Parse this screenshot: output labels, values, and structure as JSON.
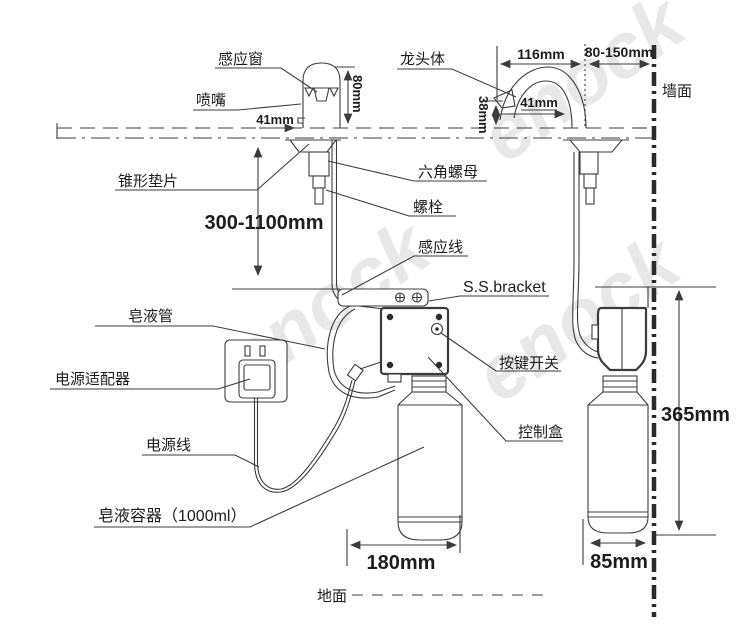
{
  "diagram": {
    "title_hint": "automatic sensor soap dispenser installation diagram",
    "watermark": {
      "text": "enock"
    },
    "colors": {
      "line": "#3c3c3c",
      "text": "#1d1d1d",
      "wall_line": "#2b2b2b",
      "watermark_gray": "#c9c9c9"
    },
    "labels": {
      "sensor_window": "感应窗",
      "nozzle": "喷嘴",
      "cone_gasket": "锥形垫片",
      "soap_tube": "皂液管",
      "power_adapter": "电源适配器",
      "power_cord": "电源线",
      "soap_container": "皂液容器（1000ml）",
      "faucet_body": "龙头体",
      "hex_nut": "六角螺母",
      "bolt": "螺栓",
      "sensor_wire": "感应线",
      "ss_bracket": "S.S.bracket",
      "button_switch": "按键开关",
      "control_box": "控制盒",
      "wall": "墙面",
      "ground": "地面"
    },
    "dimensions": {
      "sensor_head_height": "80mm",
      "left_spout_offset": "41mm",
      "spout_reach": "116mm",
      "wall_range": "80-150mm",
      "spout_tip_height": "38mm",
      "right_spout_offset": "41mm",
      "install_range": "300-1100mm",
      "assembly_height": "365mm",
      "left_view_width": "180mm",
      "bottle_width": "85mm"
    }
  }
}
